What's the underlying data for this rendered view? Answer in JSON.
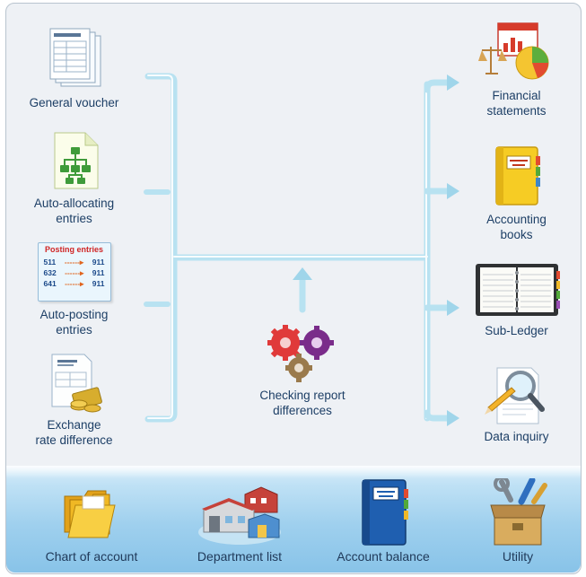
{
  "inputs": [
    {
      "label": "General voucher",
      "icon": "voucher-documents-icon"
    },
    {
      "label": "Auto-allocating\nentries",
      "icon": "allocation-tree-icon"
    },
    {
      "label": "Auto-posting\nentries",
      "icon": "posting-entries-icon"
    },
    {
      "label": "Exchange\nrate difference",
      "icon": "exchange-rate-icon"
    }
  ],
  "posting_card": {
    "title": "Posting entries",
    "rows": [
      [
        "511",
        "911"
      ],
      [
        "632",
        "911"
      ],
      [
        "641",
        "911"
      ]
    ]
  },
  "center": {
    "label": "Checking report\ndifferences",
    "icon": "gears-icon"
  },
  "outputs": [
    {
      "label": "Financial\nstatements",
      "icon": "financial-chart-icon"
    },
    {
      "label": "Accounting\nbooks",
      "icon": "accounting-book-icon"
    },
    {
      "label": "Sub-Ledger",
      "icon": "ledger-notebook-icon"
    },
    {
      "label": "Data inquiry",
      "icon": "magnifier-icon"
    }
  ],
  "toolbar": [
    {
      "label": "Chart of account",
      "icon": "folders-icon"
    },
    {
      "label": "Department list",
      "icon": "buildings-icon"
    },
    {
      "label": "Account balance",
      "icon": "balance-book-icon"
    },
    {
      "label": "Utility",
      "icon": "toolbox-icon"
    }
  ],
  "colors": {
    "label_text": "#1d3f66",
    "connector": "#bfe6f2",
    "bottom_bar": "#9fd0ee",
    "background": "#eef1f5"
  }
}
